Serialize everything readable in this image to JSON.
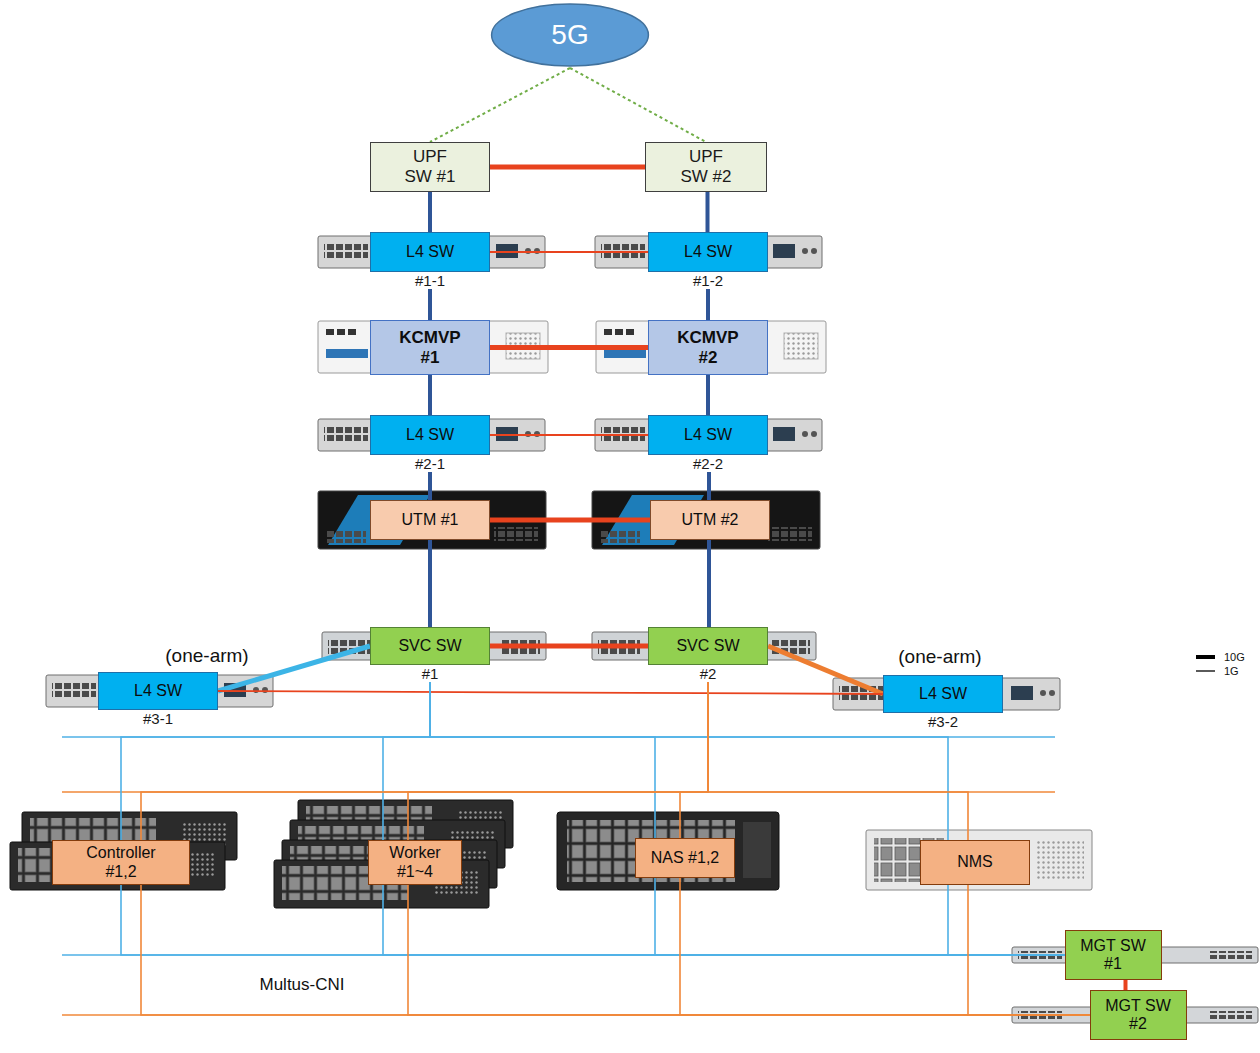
{
  "diagram": {
    "nodes": [
      {
        "text": [
          "5G"
        ]
      },
      {
        "text": [
          "UPF SW #1"
        ]
      },
      {
        "text": [
          "UPF SW #2"
        ]
      },
      {
        "text": [
          "L4 SW",
          "#1-1"
        ]
      },
      {
        "text": [
          "L4 SW",
          "#1-2"
        ]
      },
      {
        "text": [
          "KCMVP #1"
        ]
      },
      {
        "text": [
          "KCMVP #2"
        ]
      },
      {
        "text": [
          "L4 SW",
          "#2-1"
        ]
      },
      {
        "text": [
          "L4 SW",
          "#2-2"
        ]
      },
      {
        "text": [
          "UTM #1"
        ]
      },
      {
        "text": [
          "UTM #2"
        ]
      },
      {
        "text": [
          "SVC SW",
          "#1"
        ]
      },
      {
        "text": [
          "SVC SW",
          "#2"
        ]
      },
      {
        "text": [
          "L4 SW",
          "#3-1"
        ]
      },
      {
        "text": [
          "L4 SW",
          "#3-2"
        ]
      },
      {
        "text": [
          "Controller #1,2"
        ]
      },
      {
        "text": [
          "Worker #1~4"
        ]
      },
      {
        "text": [
          "NAS #1,2"
        ]
      },
      {
        "text": [
          "NMS"
        ]
      },
      {
        "text": [
          "MGT SW #1"
        ]
      },
      {
        "text": [
          "MGT SW #2"
        ]
      }
    ],
    "edges": [
      {
        "from": 0,
        "to": 1,
        "arrow": "none"
      },
      {
        "from": 0,
        "to": 2,
        "arrow": "none"
      },
      {
        "from": 1,
        "to": 2,
        "arrow": "none"
      },
      {
        "from": 1,
        "to": 3,
        "arrow": "none"
      },
      {
        "from": 2,
        "to": 4,
        "arrow": "none"
      },
      {
        "from": 3,
        "to": 4,
        "arrow": "none"
      },
      {
        "from": 3,
        "to": 5,
        "arrow": "none"
      },
      {
        "from": 4,
        "to": 6,
        "arrow": "none"
      },
      {
        "from": 5,
        "to": 6,
        "arrow": "none"
      },
      {
        "from": 5,
        "to": 7,
        "arrow": "none"
      },
      {
        "from": 6,
        "to": 8,
        "arrow": "none"
      },
      {
        "from": 7,
        "to": 8,
        "arrow": "none"
      },
      {
        "from": 7,
        "to": 9,
        "arrow": "none"
      },
      {
        "from": 8,
        "to": 10,
        "arrow": "none"
      },
      {
        "from": 9,
        "to": 10,
        "arrow": "none"
      },
      {
        "from": 9,
        "to": 11,
        "arrow": "none"
      },
      {
        "from": 10,
        "to": 12,
        "arrow": "none"
      },
      {
        "from": 11,
        "to": 12,
        "arrow": "none"
      },
      {
        "from": 11,
        "to": 13,
        "arrow": "none"
      },
      {
        "from": 12,
        "to": 14,
        "arrow": "none"
      },
      {
        "from": 13,
        "to": 14,
        "arrow": "none"
      },
      {
        "from": 11,
        "to": 15,
        "arrow": "none"
      },
      {
        "from": 11,
        "to": 16,
        "arrow": "none"
      },
      {
        "from": 11,
        "to": 17,
        "arrow": "none"
      },
      {
        "from": 11,
        "to": 18,
        "arrow": "none"
      },
      {
        "from": 12,
        "to": 15,
        "arrow": "none"
      },
      {
        "from": 12,
        "to": 16,
        "arrow": "none"
      },
      {
        "from": 12,
        "to": 17,
        "arrow": "none"
      },
      {
        "from": 12,
        "to": 18,
        "arrow": "none"
      },
      {
        "from": 19,
        "to": 15,
        "arrow": "none"
      },
      {
        "from": 19,
        "to": 16,
        "arrow": "none"
      },
      {
        "from": 19,
        "to": 17,
        "arrow": "none"
      },
      {
        "from": 19,
        "to": 18,
        "arrow": "none"
      },
      {
        "from": 20,
        "to": 15,
        "arrow": "none"
      },
      {
        "from": 20,
        "to": 16,
        "arrow": "none"
      },
      {
        "from": 20,
        "to": 17,
        "arrow": "none"
      },
      {
        "from": 20,
        "to": 18,
        "arrow": "none"
      },
      {
        "from": 19,
        "to": 20,
        "arrow": "none"
      }
    ],
    "labels": [
      "(one-arm)",
      "(one-arm)",
      "Multus-CNI"
    ],
    "legend": [
      {
        "text": "10G"
      },
      {
        "text": "1G"
      }
    ]
  }
}
